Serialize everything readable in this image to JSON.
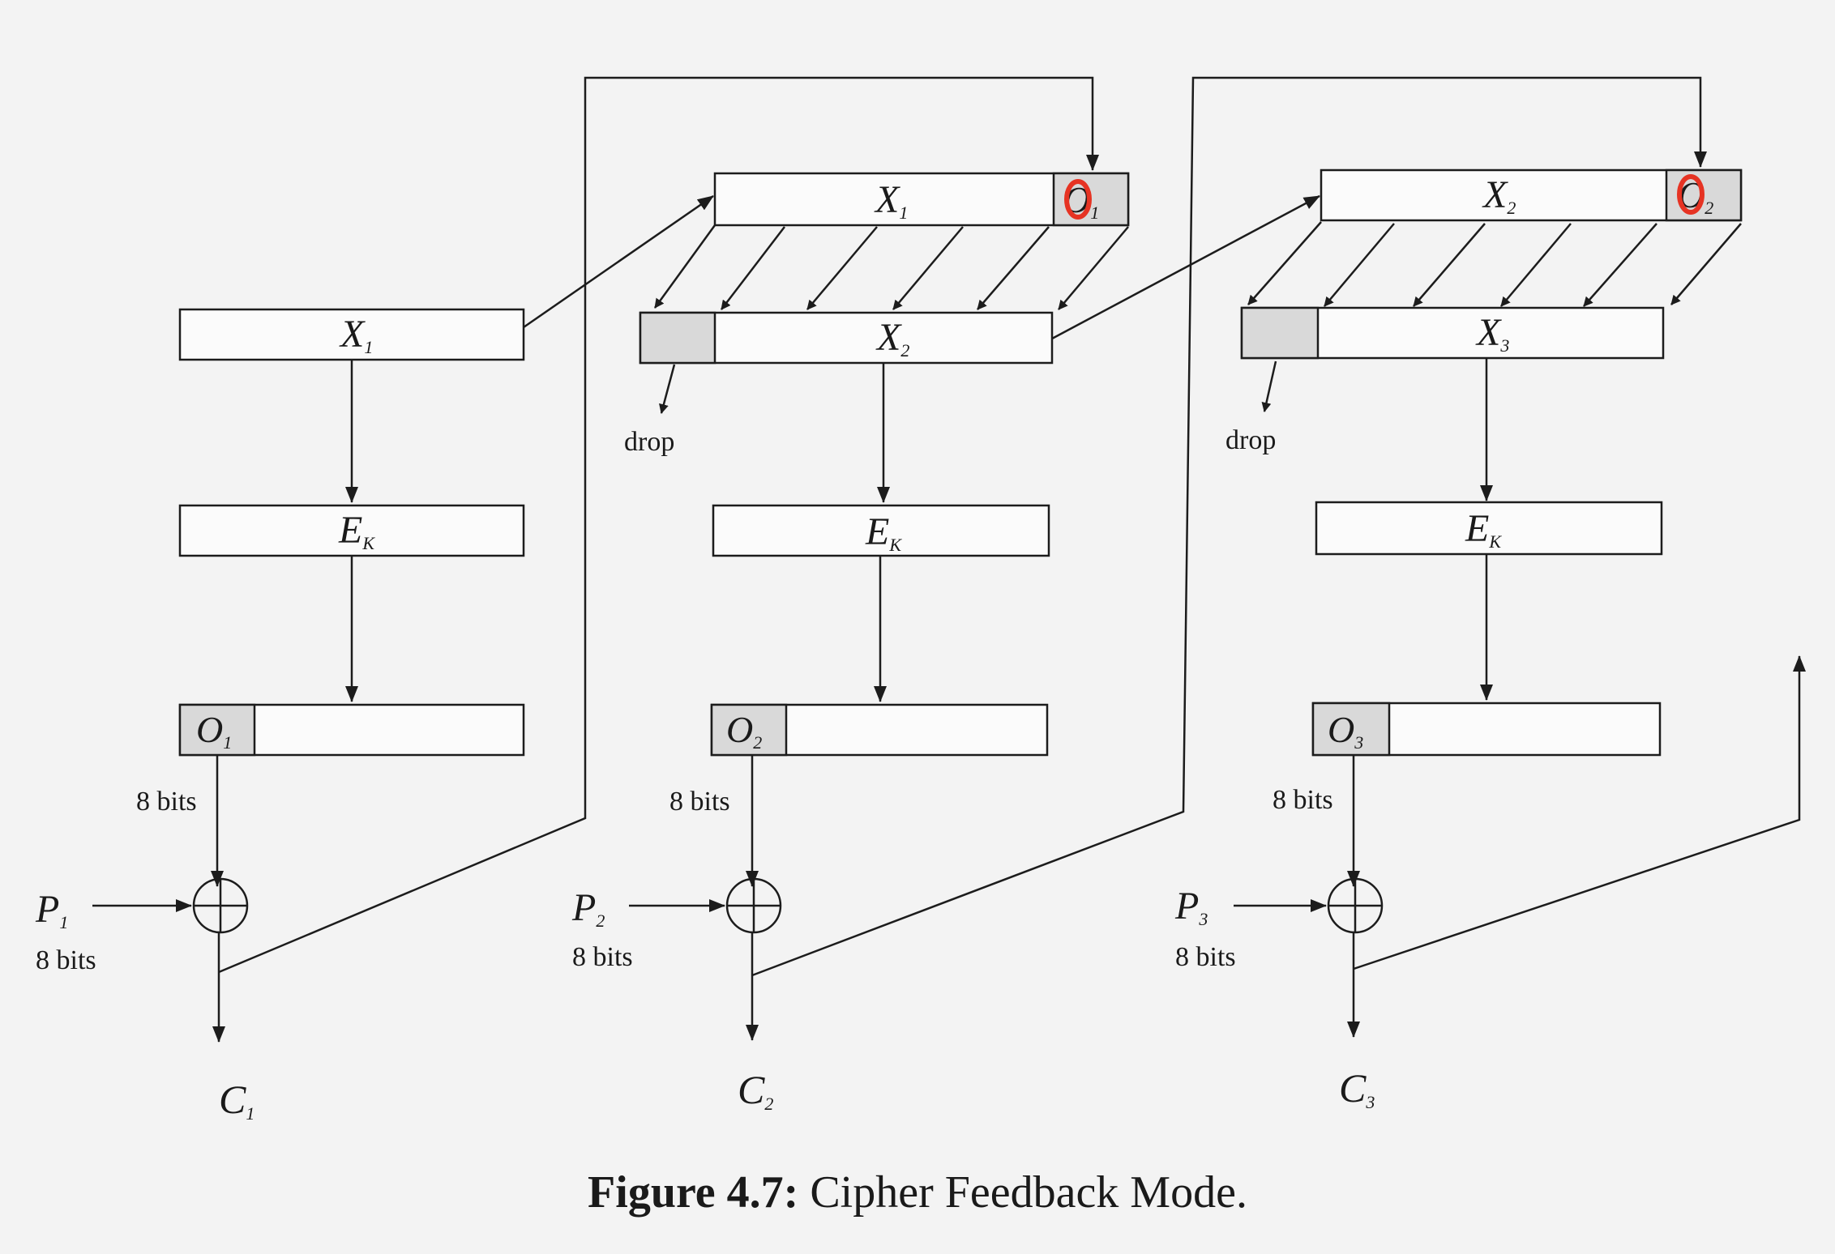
{
  "labels": {
    "x": "X",
    "e": "E",
    "k": "K",
    "o": "O",
    "p": "P",
    "c": "C",
    "sub1": "1",
    "sub2": "2",
    "sub3": "3",
    "bits": "8 bits",
    "drop": "drop"
  },
  "caption": {
    "number": "Figure 4.7:",
    "title": "Cipher Feedback Mode."
  },
  "colors": {
    "shift_register_shaded": "#d9d9d9",
    "annotation_circle": "#e63323"
  }
}
